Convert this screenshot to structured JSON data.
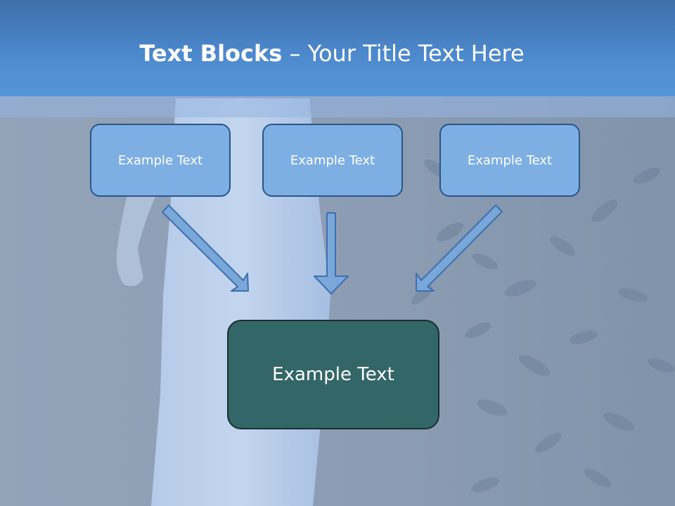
{
  "title": {
    "bold": "Text Blocks",
    "separator": " – ",
    "rest": "Your Title Text Here"
  },
  "boxes": {
    "left": "Example Text",
    "center": "Example Text",
    "right": "Example Text",
    "bottom": "Example Text"
  },
  "colors": {
    "header": "#4c88cc",
    "small_box_fill": "#7dafe3",
    "small_box_border": "#2a558a",
    "big_box_fill": "#336667",
    "arrow_fill": "#7aa7da",
    "arrow_stroke": "#3f6fae"
  }
}
